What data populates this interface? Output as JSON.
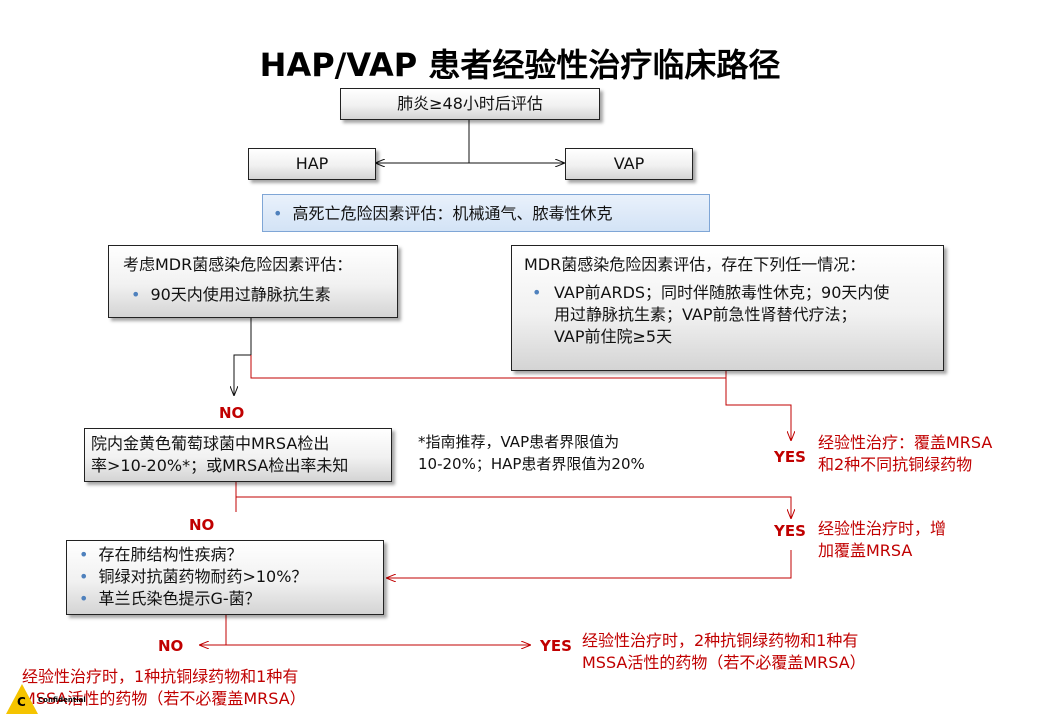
{
  "title": "HAP/VAP 患者经验性治疗临床路径",
  "nodes": {
    "start": "肺炎≥48小时后评估",
    "hap": "HAP",
    "vap": "VAP",
    "mortality": "高死亡危险因素评估：机械通气、脓毒性休克",
    "mdr_left_title": "考虑MDR菌感染危险因素评估：",
    "mdr_left_item": "90天内使用过静脉抗生素",
    "mdr_right_title": "MDR菌感染危险因素评估，存在下列任一情况：",
    "mdr_right_item": [
      "VAP前ARDS；同时伴随脓毒性休克；90天内使",
      "用过静脉抗生素；VAP前急性肾替代疗法；",
      "VAP前住院≥5天"
    ],
    "mrsa_box": [
      "院内金黄色葡萄球菌中MRSA检出",
      "率>10-20%*；或MRSA检出率未知"
    ],
    "guideline_note": [
      "*指南推荐，VAP患者界限值为",
      "10-20%；HAP患者界限值为20%"
    ],
    "pseudo_box": [
      "存在肺结构性疾病？",
      "铜绿对抗菌药物耐药>10%？",
      "革兰氏染色提示G-菌？"
    ]
  },
  "labels": {
    "no1": "NO",
    "yes1": "YES",
    "no2": "NO",
    "yes2": "YES",
    "no3": "NO",
    "yes3": "YES"
  },
  "outcomes": {
    "mrsa_two_anti": [
      "经验性治疗：覆盖MRSA",
      "和2种不同抗铜绿药物"
    ],
    "add_mrsa": [
      "经验性治疗时，增",
      "加覆盖MRSA"
    ],
    "two_anti_mssa": [
      "经验性治疗时，2种抗铜绿药物和1种有",
      "MSSA活性的药物（若不必覆盖MRSA）"
    ],
    "one_anti_mssa": [
      "经验性治疗时，1种抗铜绿药物和1种有",
      "MSSA活性的药物（若不必覆盖MRSA）"
    ]
  },
  "logo": {
    "letter": "C",
    "text": "Confidential"
  },
  "colors": {
    "arrow_red": "#c00000",
    "bullet_blue": "#4f81bd",
    "highlight_box": "#d3e3f6",
    "logo_yellow": "#f5c400"
  }
}
